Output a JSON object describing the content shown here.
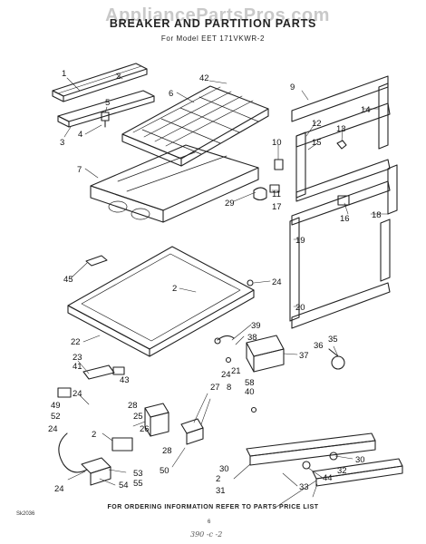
{
  "watermark": "AppliancePartsPros.com",
  "title": "BREAKER AND PARTITION PARTS",
  "subtitle": "For Model EET 171VKWR-2",
  "footer": "FOR ORDERING INFORMATION REFER TO PARTS PRICE LIST",
  "doc_code": "Sk2036",
  "page_number": "6",
  "handwritten_note": "390 -c -2",
  "callouts": [
    "1",
    "2",
    "3",
    "4",
    "5",
    "6",
    "42",
    "7",
    "29",
    "10",
    "11",
    "17",
    "9",
    "12",
    "13",
    "14",
    "15",
    "16",
    "18",
    "19",
    "20",
    "45",
    "2",
    "24",
    "22",
    "39",
    "38",
    "37",
    "35",
    "36",
    "23",
    "41",
    "43",
    "28",
    "21",
    "24",
    "58",
    "40",
    "24",
    "49",
    "52",
    "24",
    "25",
    "26",
    "27",
    "8",
    "2",
    "28",
    "50",
    "54",
    "53",
    "55",
    "24",
    "30",
    "2",
    "31",
    "30",
    "32",
    "44",
    "33"
  ]
}
